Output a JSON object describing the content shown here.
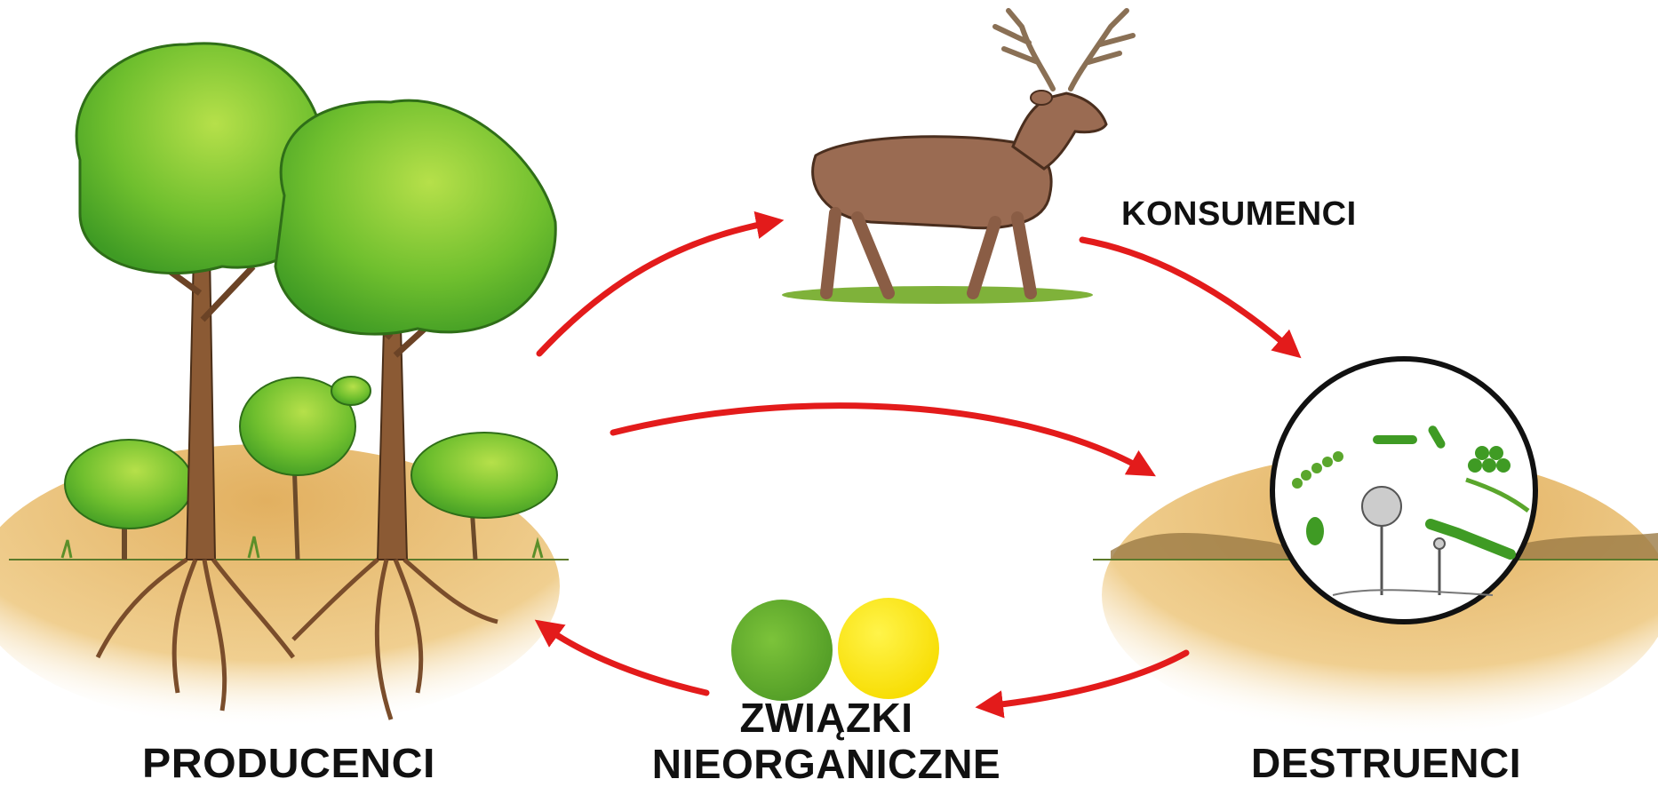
{
  "labels": {
    "producers": "PRODUCENCI",
    "consumers": "KONSUMENCI",
    "decomposers": "DESTRUENCI",
    "inorganic_line1": "ZWIĄZKI",
    "inorganic_line2": "NIEORGANICZNE"
  },
  "colors": {
    "arrow": "#e31b1b",
    "foliage": "#6fbf2e",
    "soil": "#e9c07a",
    "deer": "#9a6b52",
    "circle_green": "#5aa62c",
    "circle_yellow": "#ffec1a"
  }
}
